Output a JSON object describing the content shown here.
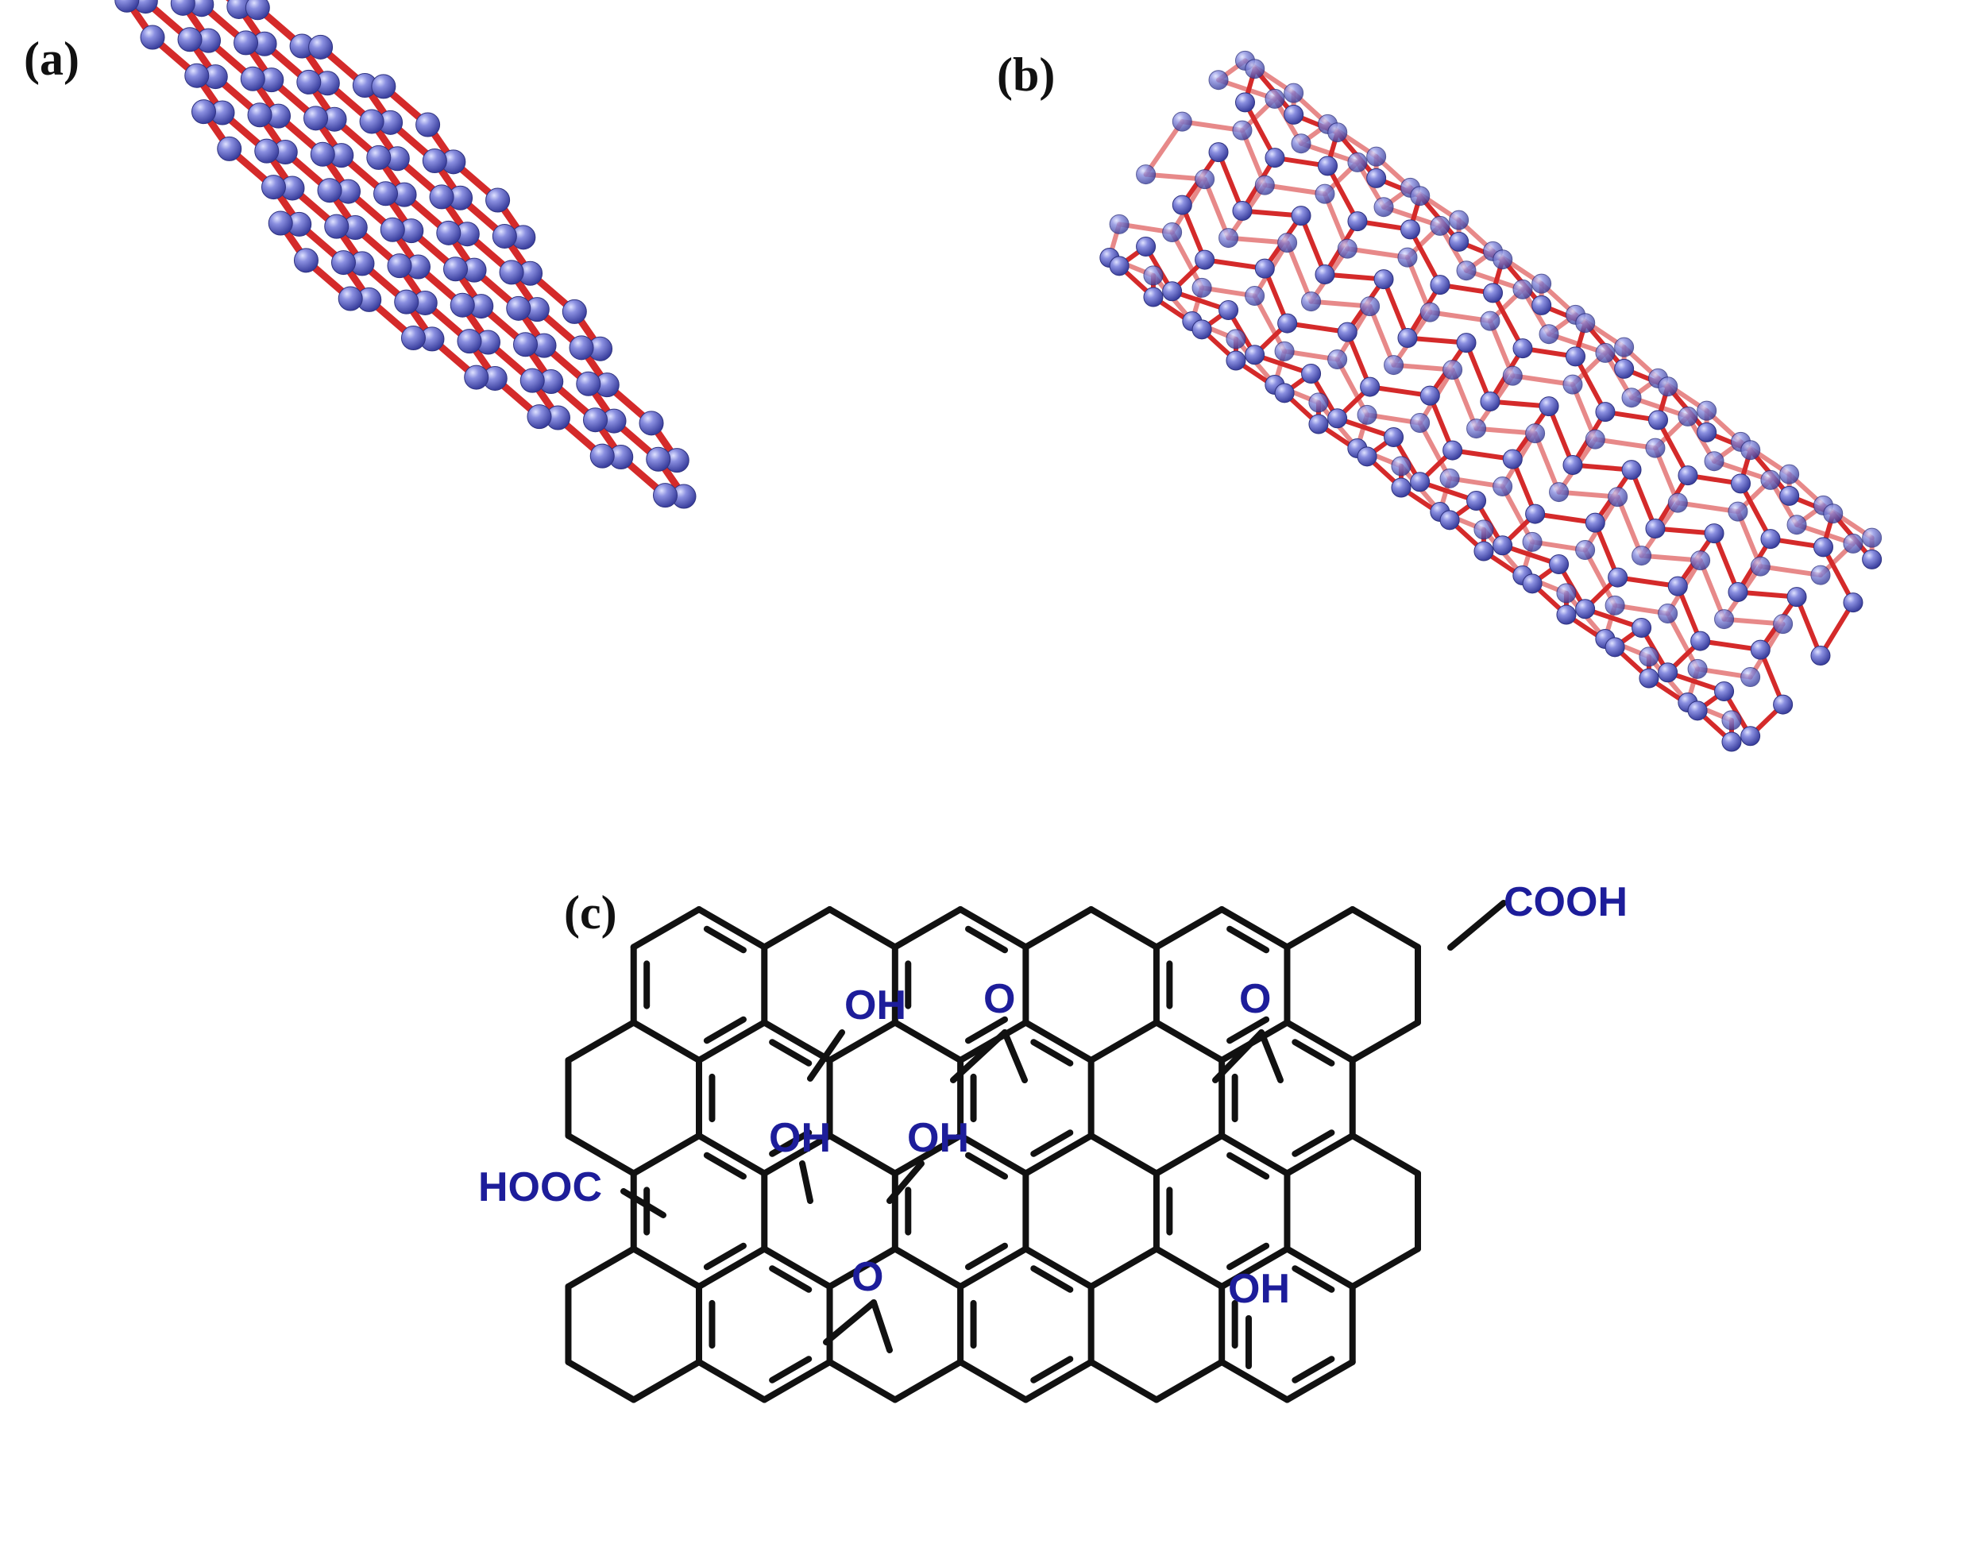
{
  "panels": {
    "a": {
      "label": "(a)"
    },
    "b": {
      "label": "(b)"
    },
    "c": {
      "label": "(c)"
    }
  },
  "groups": {
    "cooh": "COOH",
    "hooc": "HOOC",
    "oh_top": "OH",
    "o_top_1": "O",
    "o_top_2": "O",
    "oh_mid_1": "OH",
    "oh_mid_2": "OH",
    "o_bottom": "O",
    "oh_bottom": "OH"
  },
  "colors": {
    "bond": "#d42a2a",
    "atom": "#5a5fc8",
    "atom_highlight": "#c7cbf5",
    "structure_line": "#111111",
    "functional_group": "#1d1d9a"
  }
}
